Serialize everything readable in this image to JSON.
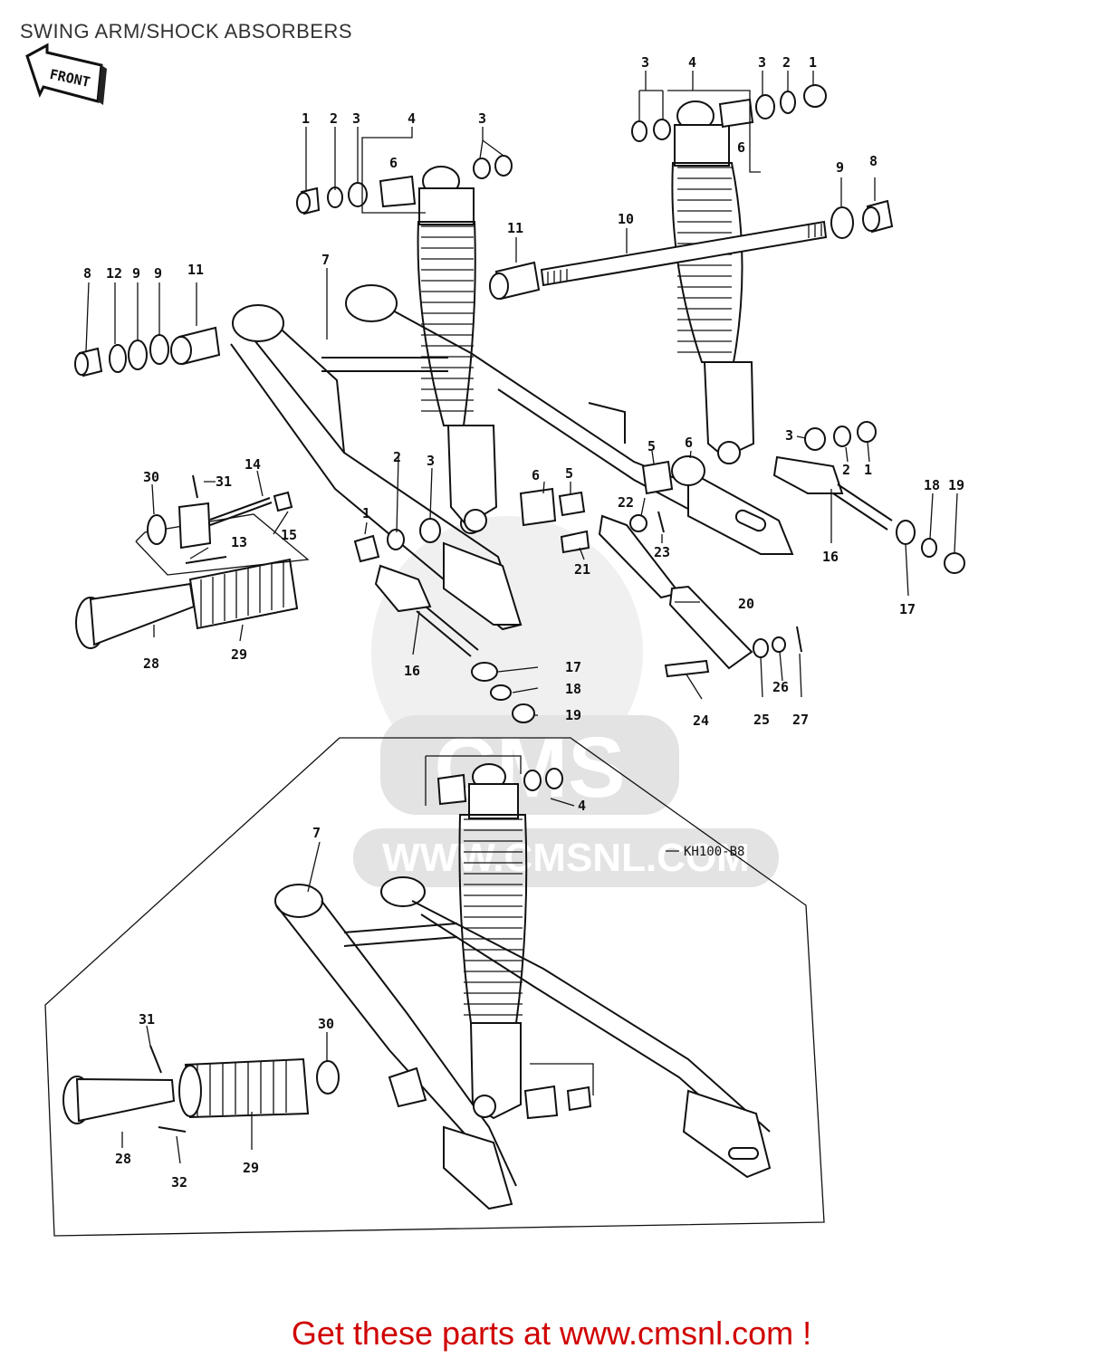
{
  "title": "SWING ARM/SHOCK ABSORBERS",
  "front_label": "FRONT",
  "model_code": "KH100-B8",
  "watermark": {
    "brand": "CMS",
    "site": "WWW.CMSNL.COM"
  },
  "footer": "Get these parts at www.cmsnl.com !",
  "callouts": {
    "c1": "1",
    "c2": "2",
    "c3": "3",
    "c4": "4",
    "c5": "5",
    "c6": "6",
    "c7": "7",
    "c8": "8",
    "c9": "9",
    "c10": "10",
    "c11": "11",
    "c12": "12",
    "c13": "13",
    "c14": "14",
    "c15": "15",
    "c16": "16",
    "c17": "17",
    "c18": "18",
    "c19": "19",
    "c20": "20",
    "c21": "21",
    "c22": "22",
    "c23": "23",
    "c24": "24",
    "c25": "25",
    "c26": "26",
    "c27": "27",
    "c28": "28",
    "c29": "29",
    "c30": "30",
    "c31": "31",
    "c32": "32"
  }
}
